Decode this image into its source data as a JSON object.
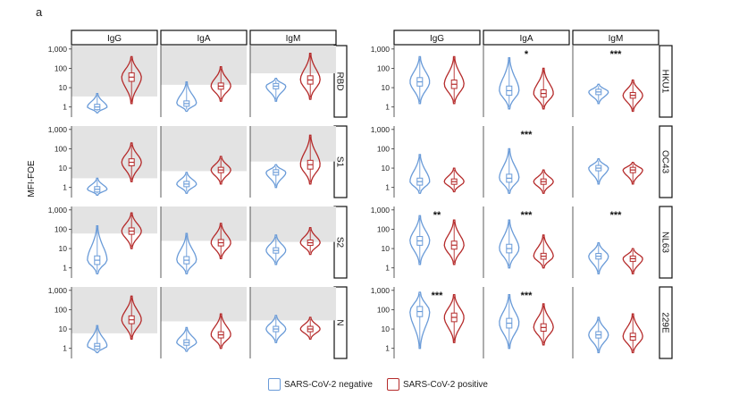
{
  "panel_label": "a",
  "colors": {
    "negative": "#6a9bd8",
    "positive": "#b52b2b",
    "threshold_fill": "#e3e3e3",
    "frame": "#111111"
  },
  "legend": [
    {
      "label": "SARS-CoV-2 negative",
      "color": "#6a9bd8"
    },
    {
      "label": "SARS-CoV-2 positive",
      "color": "#b52b2b"
    }
  ],
  "chart_data": [
    {
      "type": "violin",
      "ylabel": "MFI-FOE",
      "y_scale": "log10",
      "ylim": [
        0.3,
        1500
      ],
      "y_ticks": [
        "1",
        "10",
        "100",
        "1,000"
      ],
      "columns": [
        "IgG",
        "IgA",
        "IgM"
      ],
      "rows": [
        "RBD",
        "S1",
        "S2",
        "N"
      ],
      "series": [
        "SARS-CoV-2 negative",
        "SARS-CoV-2 positive"
      ],
      "shaded_threshold": [
        [
          3.5,
          14,
          55
        ],
        [
          3,
          7,
          22
        ],
        [
          60,
          25,
          22
        ],
        [
          6,
          25,
          28
        ]
      ],
      "significance": [
        [
          "",
          "",
          ""
        ],
        [
          "",
          "",
          ""
        ],
        [
          "",
          "",
          ""
        ],
        [
          "",
          "",
          ""
        ]
      ],
      "medians": [
        [
          [
            1.0,
            35
          ],
          [
            1.5,
            12
          ],
          [
            12,
            25
          ]
        ],
        [
          [
            0.8,
            20
          ],
          [
            1.5,
            8
          ],
          [
            6,
            15
          ]
        ],
        [
          [
            2.5,
            80
          ],
          [
            2.5,
            20
          ],
          [
            8,
            20
          ]
        ],
        [
          [
            1.3,
            30
          ],
          [
            2,
            5
          ],
          [
            10,
            10
          ]
        ]
      ],
      "ranges": [
        [
          [
            [
              0.5,
              5
            ],
            [
              1.5,
              400
            ]
          ],
          [
            [
              0.6,
              20
            ],
            [
              2,
              120
            ]
          ],
          [
            [
              2,
              30
            ],
            [
              2.5,
              600
            ]
          ]
        ],
        [
          [
            [
              0.4,
              3
            ],
            [
              2,
              200
            ]
          ],
          [
            [
              0.5,
              6
            ],
            [
              1.5,
              40
            ]
          ],
          [
            [
              1,
              15
            ],
            [
              1.5,
              500
            ]
          ]
        ],
        [
          [
            [
              0.5,
              150
            ],
            [
              10,
              700
            ]
          ],
          [
            [
              0.5,
              60
            ],
            [
              3,
              200
            ]
          ],
          [
            [
              1.5,
              50
            ],
            [
              5,
              120
            ]
          ]
        ],
        [
          [
            [
              0.6,
              15
            ],
            [
              3,
              500
            ]
          ],
          [
            [
              0.7,
              12
            ],
            [
              1,
              60
            ]
          ],
          [
            [
              2,
              50
            ],
            [
              3,
              40
            ]
          ]
        ]
      ]
    },
    {
      "type": "violin",
      "ylabel": "",
      "y_scale": "log10",
      "ylim": [
        0.3,
        1500
      ],
      "y_ticks": [
        "1",
        "10",
        "100",
        "1,000"
      ],
      "columns": [
        "IgG",
        "IgA",
        "IgM"
      ],
      "rows": [
        "HKU1",
        "OC43",
        "NL63",
        "229E"
      ],
      "series": [
        "SARS-CoV-2 negative",
        "SARS-CoV-2 positive"
      ],
      "significance": [
        [
          "",
          "*",
          "***"
        ],
        [
          "",
          "***",
          ""
        ],
        [
          "**",
          "***",
          "***"
        ],
        [
          "***",
          "***",
          ""
        ]
      ],
      "medians": [
        [
          [
            20,
            15
          ],
          [
            7,
            5
          ],
          [
            6,
            4
          ]
        ],
        [
          [
            2,
            2
          ],
          [
            3,
            2
          ],
          [
            10,
            8
          ]
        ],
        [
          [
            25,
            15
          ],
          [
            10,
            4
          ],
          [
            4,
            3
          ]
        ],
        [
          [
            80,
            40
          ],
          [
            20,
            12
          ],
          [
            5,
            4
          ]
        ]
      ],
      "ranges": [
        [
          [
            [
              1.5,
              400
            ],
            [
              1.5,
              400
            ]
          ],
          [
            [
              0.8,
              350
            ],
            [
              0.8,
              100
            ]
          ],
          [
            [
              1.5,
              15
            ],
            [
              0.6,
              25
            ]
          ]
        ],
        [
          [
            [
              0.5,
              50
            ],
            [
              0.6,
              10
            ]
          ],
          [
            [
              0.5,
              100
            ],
            [
              0.5,
              8
            ]
          ],
          [
            [
              1.5,
              30
            ],
            [
              1.5,
              20
            ]
          ]
        ],
        [
          [
            [
              1.5,
              500
            ],
            [
              1.5,
              300
            ]
          ],
          [
            [
              1,
              300
            ],
            [
              1,
              50
            ]
          ],
          [
            [
              0.5,
              20
            ],
            [
              0.5,
              10
            ]
          ]
        ],
        [
          [
            [
              1,
              800
            ],
            [
              2,
              600
            ]
          ],
          [
            [
              1,
              600
            ],
            [
              1.5,
              200
            ]
          ],
          [
            [
              0.6,
              40
            ],
            [
              0.6,
              60
            ]
          ]
        ]
      ]
    }
  ]
}
